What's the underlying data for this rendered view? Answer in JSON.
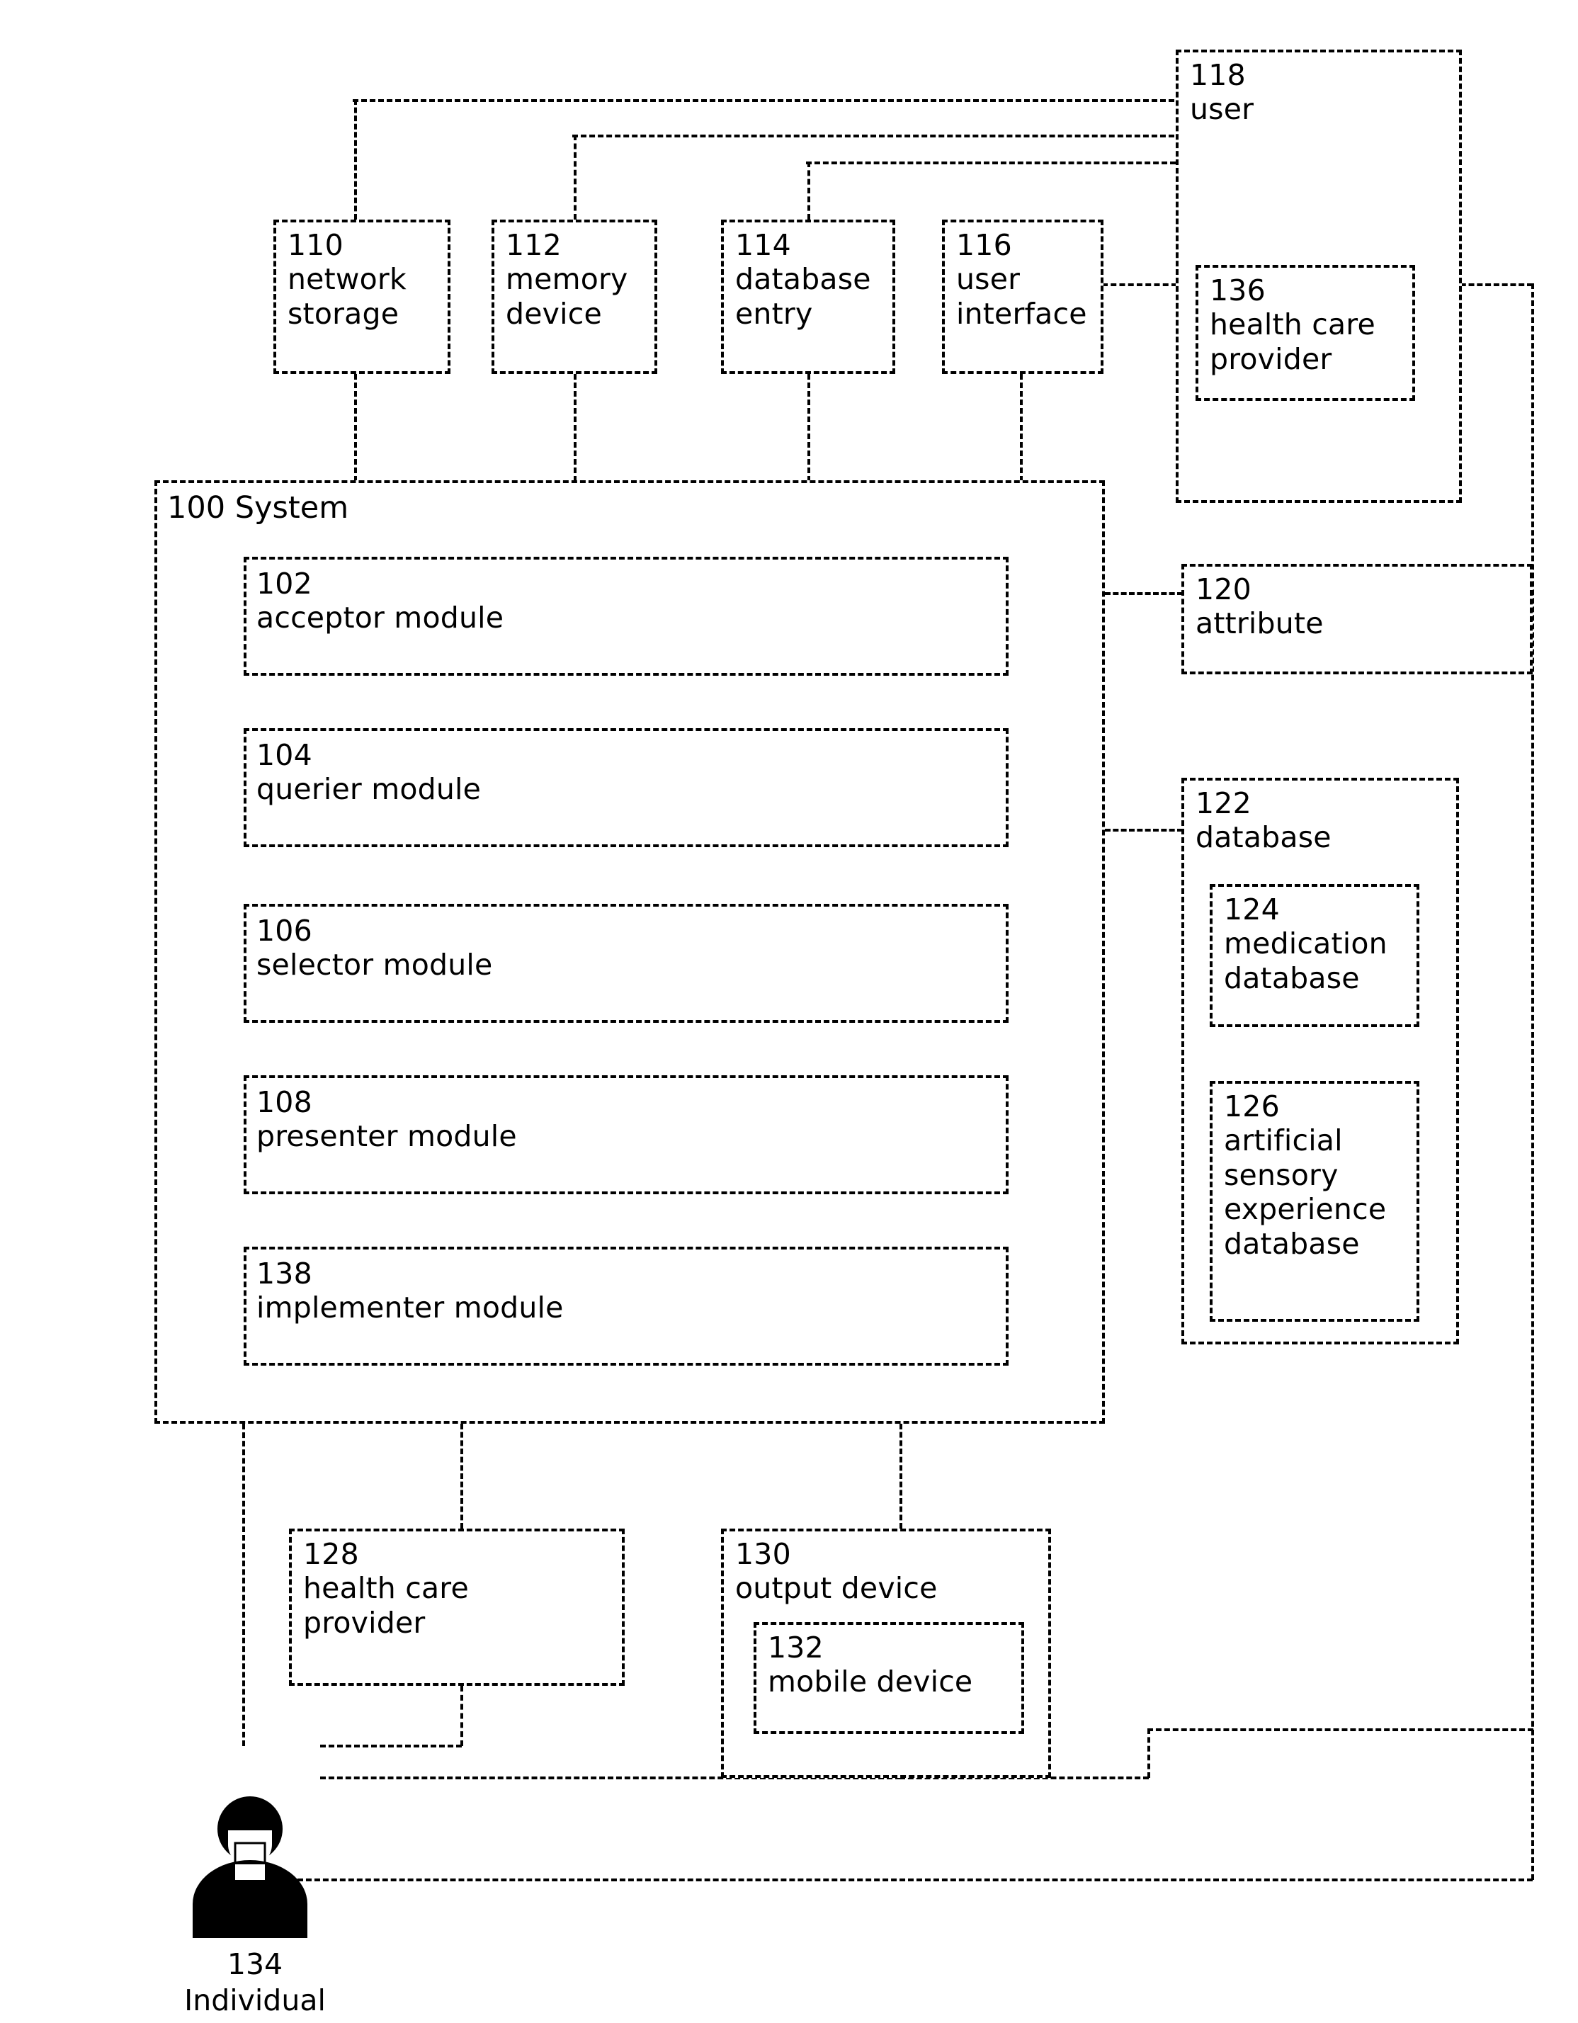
{
  "diagram": {
    "title": "100 System",
    "system": {
      "number": "100",
      "label": "System",
      "full": "100 System"
    },
    "top_row": [
      {
        "number": "110",
        "label": "network\nstorage"
      },
      {
        "number": "112",
        "label": "memory\ndevice"
      },
      {
        "number": "114",
        "label": "database\nentry"
      },
      {
        "number": "116",
        "label": "user\ninterface"
      }
    ],
    "user_block": {
      "number": "118",
      "label": "user",
      "nested": {
        "number": "136",
        "label": "health care\nprovider"
      }
    },
    "modules": [
      {
        "number": "102",
        "label": "acceptor module"
      },
      {
        "number": "104",
        "label": "querier module"
      },
      {
        "number": "106",
        "label": "selector module"
      },
      {
        "number": "108",
        "label": "presenter module"
      },
      {
        "number": "138",
        "label": "implementer module"
      }
    ],
    "attribute_block": {
      "number": "120",
      "label": "attribute"
    },
    "database_block": {
      "number": "122",
      "label": "database",
      "nested": [
        {
          "number": "124",
          "label": "medication\ndatabase"
        },
        {
          "number": "126",
          "label": "artificial\nsensory\nexperience\ndatabase"
        }
      ]
    },
    "bottom": [
      {
        "number": "128",
        "label": "health care\nprovider"
      },
      {
        "number": "130",
        "label": "output device",
        "nested": {
          "number": "132",
          "label": "mobile device"
        }
      }
    ],
    "individual": {
      "number": "134",
      "label": "Individual",
      "icon": "person-icon"
    },
    "colors": {
      "line": "#000000",
      "background": "#ffffff",
      "text": "#000000"
    }
  }
}
